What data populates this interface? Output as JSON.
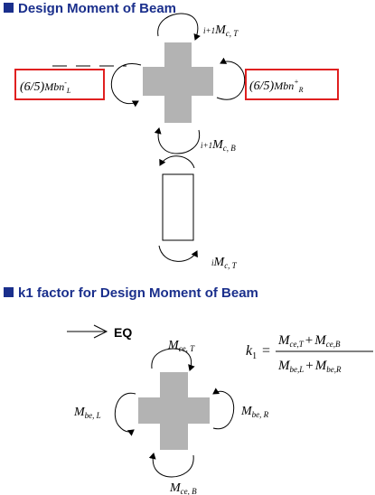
{
  "section1": {
    "title": "Design Moment of Beam",
    "top_moment": {
      "pre": "i+1",
      "main": "M",
      "sub": "c, T"
    },
    "bottom_moment": {
      "pre": "i+1",
      "main": "M",
      "sub": "c, B"
    },
    "column_moment": {
      "pre": "i",
      "main": "M",
      "sub": "c, T"
    },
    "left_box": {
      "frac": "(6/5)",
      "main": "Mbn",
      "sup": "-",
      "sub": "L"
    },
    "right_box": {
      "frac": "(6/5)",
      "main": "Mbn",
      "sup": "+",
      "sub": "R"
    }
  },
  "section2": {
    "title": "k1 factor for Design Moment of Beam",
    "eq_label": "EQ",
    "top": {
      "main": "M",
      "sub": "ce, T"
    },
    "bottom": {
      "main": "M",
      "sub": "ce, B"
    },
    "left": {
      "main": "M",
      "sub": "be, L"
    },
    "right": {
      "main": "M",
      "sub": "be, R"
    },
    "formula": {
      "lhs": "k",
      "lhs_sub": "1",
      "equals": "=",
      "num_a": "M",
      "num_a_sub": "ce,T",
      "plus": "+",
      "num_b": "M",
      "num_b_sub": "ce,B",
      "den_a": "M",
      "den_a_sub": "be,L",
      "den_b": "M",
      "den_b_sub": "be,R"
    }
  },
  "colors": {
    "heading": "#1a2f8c",
    "joint": "#b3b3b3",
    "box_border": "#e02020"
  }
}
